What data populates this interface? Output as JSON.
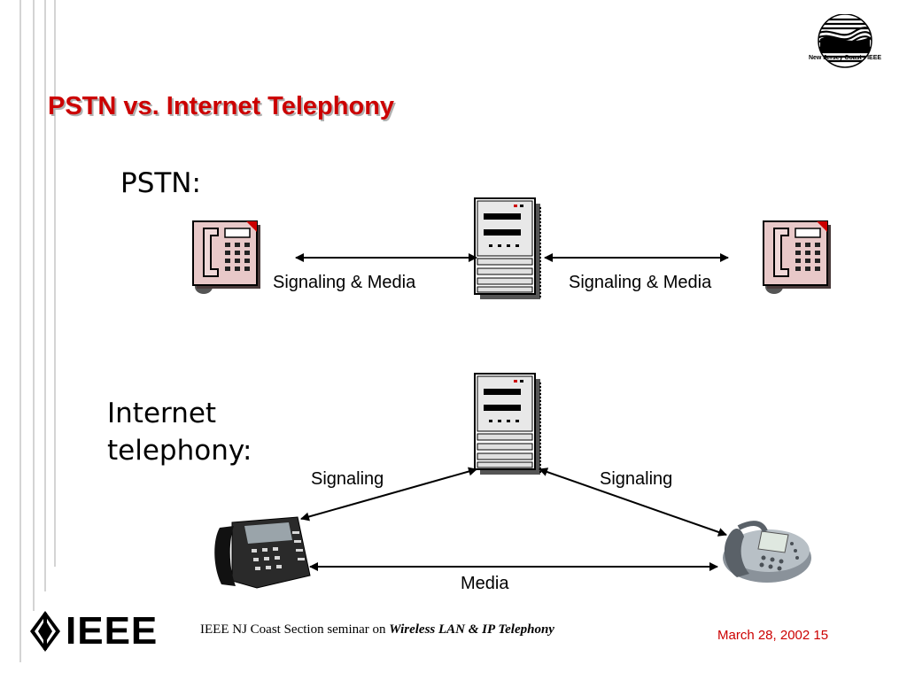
{
  "slide": {
    "title": "PSTN vs. Internet Telephony",
    "pstn_label": "PSTN:",
    "internet_label_line1": "Internet",
    "internet_label_line2": "telephony:"
  },
  "pstn_diagram": {
    "left_link_label": "Signaling & Media",
    "right_link_label": "Signaling & Media"
  },
  "internet_diagram": {
    "left_link_label": "Signaling",
    "right_link_label": "Signaling",
    "media_link_label": "Media"
  },
  "footer": {
    "seminar_prefix": "IEEE NJ Coast Section seminar on ",
    "seminar_topic": "Wireless LAN & IP Telephony",
    "date_page": "March 28, 2002 15"
  },
  "logos": {
    "ieee_text": "IEEE",
    "section_logo_text": "New Jersey Coast - IEEE"
  },
  "icons": [
    "telephone-icon",
    "server-icon",
    "ip-phone-icon"
  ],
  "colors": {
    "title": "#cc0000",
    "footer_date": "#cc0000"
  }
}
